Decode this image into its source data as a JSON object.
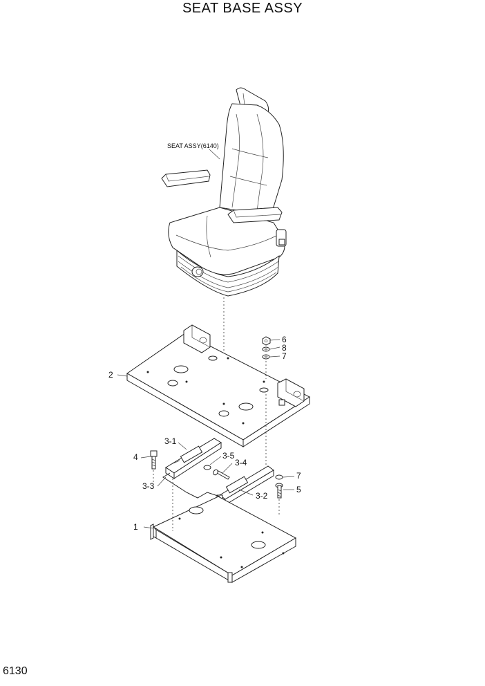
{
  "title": "SEAT BASE ASSY",
  "page_number": "6130",
  "seat_label": "SEAT ASSY(6140)",
  "callouts": {
    "c1": "1",
    "c2": "2",
    "c3_1": "3-1",
    "c3_2": "3-2",
    "c3_3": "3-3",
    "c3_4": "3-4",
    "c3_5": "3-5",
    "c4": "4",
    "c5": "5",
    "c6": "6",
    "c7a": "7",
    "c7b": "7",
    "c8": "8"
  }
}
